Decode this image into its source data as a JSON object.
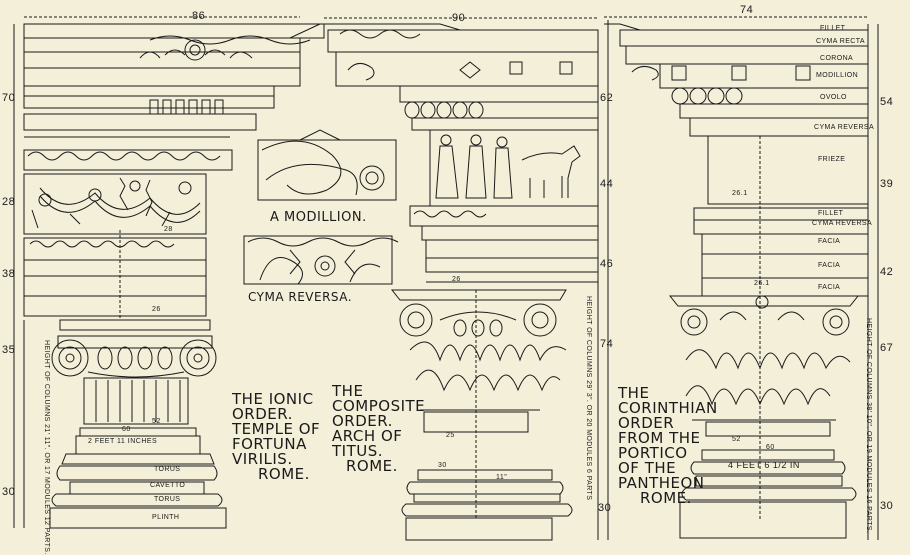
{
  "ionic": {
    "top_width": "86",
    "dims_left": [
      "70",
      "28",
      "38",
      "35",
      "30"
    ],
    "entablature_dims": [
      "28",
      "26"
    ],
    "capital_dims": [
      "60",
      "52"
    ],
    "base_note": "2 FEET 11 INCHES",
    "base_labels": [
      "TORUS",
      "CAVETTO",
      "TORUS",
      "PLINTH"
    ],
    "height_note": "HEIGHT OF COLUMNS 21' 11\". OR 17 MODULES 12 PARTS.",
    "caption": [
      "THE IONIC",
      "ORDER.",
      "TEMPLE OF",
      "FORTUNA",
      "VIRILIS.",
      "ROME."
    ]
  },
  "details": {
    "modillion_label": "A MODILLION.",
    "cyma_label": "CYMA REVERSA."
  },
  "composite": {
    "top_width": "90",
    "dims_right": [
      "62",
      "44",
      "46",
      "74",
      "30"
    ],
    "inner_dims": [
      "26",
      "25",
      "30"
    ],
    "base_note": "11\"",
    "height_note": "HEIGHT OF COLUMNS 29' 3\". OR 20 MODULES 6 PARTS",
    "caption": [
      "THE",
      "COMPOSITE",
      "ORDER.",
      "ARCH OF",
      "TITUS.",
      "ROME."
    ]
  },
  "corinthian": {
    "top_width": "74",
    "dims_right": [
      "54",
      "39",
      "42",
      "67",
      "30"
    ],
    "labels": [
      "FILLET",
      "CYMA RECTA",
      "CORONA",
      "MODILLION",
      "OVOLO",
      "CYMA REVERSA",
      "FRIEZE",
      "FILLET",
      "CYMA REVERSA",
      "FACIA",
      "FACIA",
      "FACIA"
    ],
    "inner_dims": [
      "26.1",
      "26.1",
      "52",
      "60"
    ],
    "base_note": "4 FEET 6 1/2 IN",
    "height_note": "HEIGHT OF COLUMNS 38' 10\". OR 19 MODULES 16 PARTS.",
    "caption": [
      "THE",
      "CORINTHIAN",
      "ORDER",
      "FROM THE",
      "PORTICO",
      "OF THE",
      "PANTHEON",
      "ROME."
    ]
  }
}
